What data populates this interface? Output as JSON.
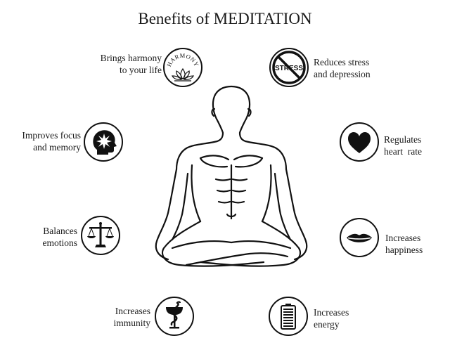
{
  "title": "Benefits of MEDITATION",
  "benefits": {
    "harmony": {
      "line1": "Brings harmony",
      "line2": "to your life",
      "icon": "harmony-lotus-icon",
      "icon_text": "HARMONY"
    },
    "stress": {
      "line1": "Reduces stress",
      "line2": "and depression",
      "icon": "no-stress-icon",
      "icon_text": "STRESS"
    },
    "focus": {
      "line1": "Improves focus",
      "line2": "and memory",
      "icon": "head-brain-icon"
    },
    "heart": {
      "line1": "Regulates",
      "line2": "heart  rate",
      "icon": "heart-icon"
    },
    "emotions": {
      "line1": "Balances",
      "line2": "emotions",
      "icon": "scales-icon"
    },
    "happiness": {
      "line1": "Increases",
      "line2": "happiness",
      "icon": "lips-icon"
    },
    "immunity": {
      "line1": "Increases",
      "line2": "immunity",
      "icon": "caduceus-bowl-icon"
    },
    "energy": {
      "line1": "Increases",
      "line2": "energy",
      "icon": "battery-icon"
    }
  },
  "colors": {
    "ink": "#111111",
    "background": "#ffffff"
  }
}
